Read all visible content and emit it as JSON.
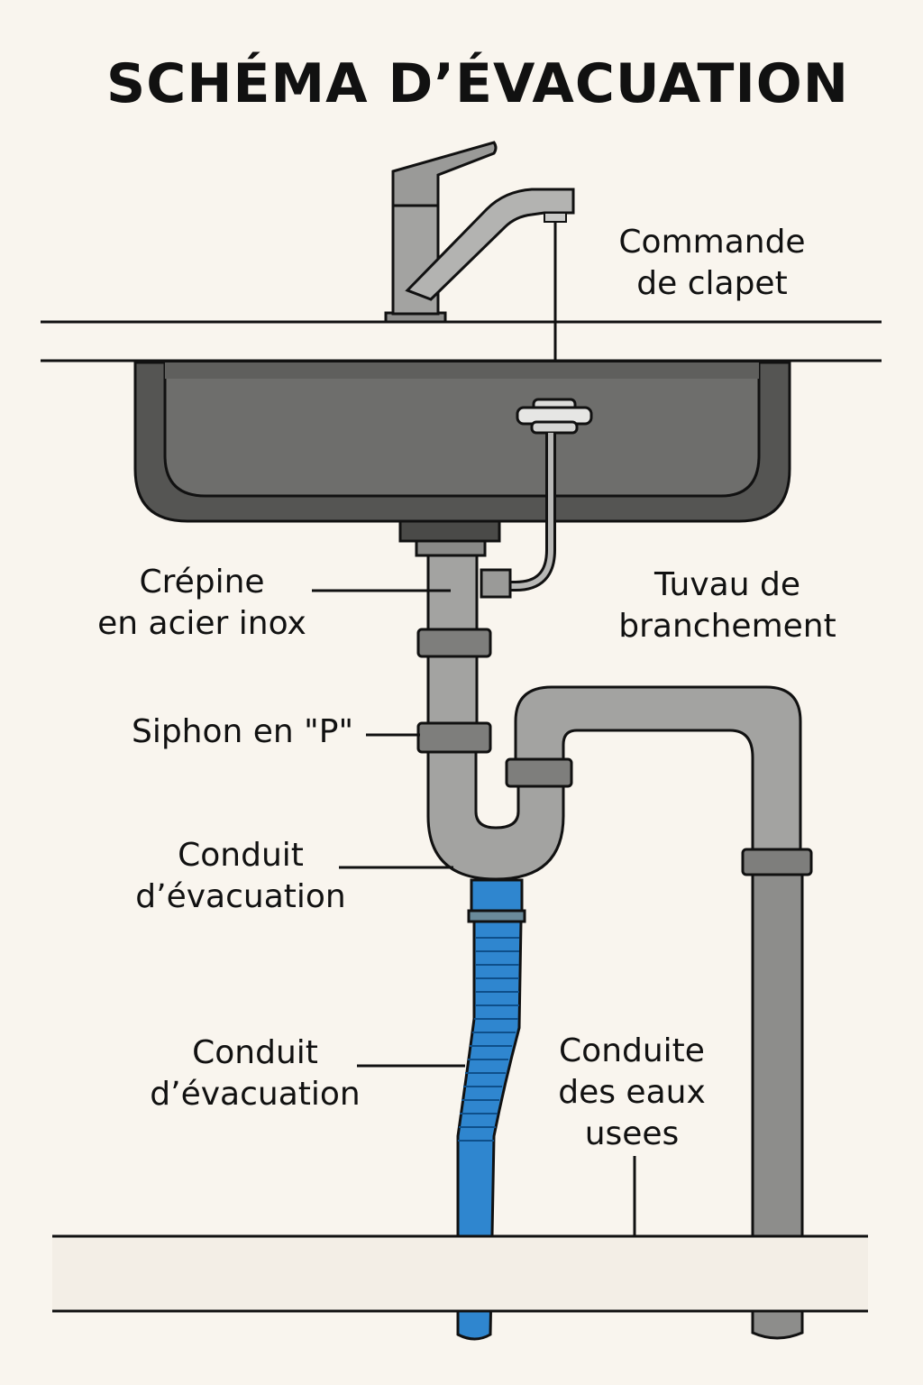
{
  "title": "SCHÉMA D’ÉVACUATION",
  "labels": {
    "commande_clapet": [
      "Commande",
      "de clapet"
    ],
    "crepine": [
      "Crépine",
      "en acier inox"
    ],
    "tuyau_branchement": [
      "Tuvau de",
      "branchement"
    ],
    "siphon": [
      "Siphon en \"P\""
    ],
    "conduit_evacuation_1": [
      "Conduit",
      "d’évacuation"
    ],
    "conduit_evacuation_2": [
      "Conduit",
      "d’évacuation"
    ],
    "conduite_eaux_usees": [
      "Conduite",
      "des eaux",
      "usees"
    ]
  },
  "colors": {
    "background": "#f9f5ee",
    "outline": "#111111",
    "steel": "#a3a3a1",
    "sink": "#6e6e6c",
    "sink_rim": "#555553",
    "flex_hose": "#2f86cf"
  }
}
